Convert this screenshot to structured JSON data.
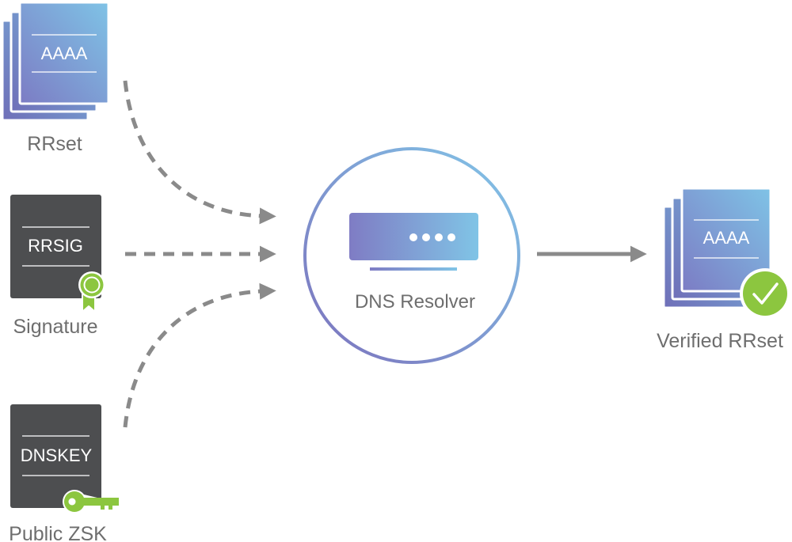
{
  "inputs": {
    "rrset": {
      "card_text": "AAAA",
      "caption": "RRset"
    },
    "signature": {
      "card_text": "RRSIG",
      "caption": "Signature",
      "badge_icon": "ribbon-seal-icon"
    },
    "public_zsk": {
      "card_text": "DNSKEY",
      "caption": "Public ZSK",
      "badge_icon": "key-icon"
    }
  },
  "resolver": {
    "label": "DNS Resolver",
    "icon": "server-icon"
  },
  "output": {
    "card_text": "AAAA",
    "caption": "Verified RRset",
    "badge_icon": "checkmark-icon"
  },
  "colors": {
    "gradient_purple": "#7c7cc4",
    "gradient_blue": "#7fc3e6",
    "dark_card": "#4d4e50",
    "green_accent": "#8cc63f",
    "caption_gray": "#6e6e6e",
    "arrow_gray": "#8a8a8a"
  }
}
